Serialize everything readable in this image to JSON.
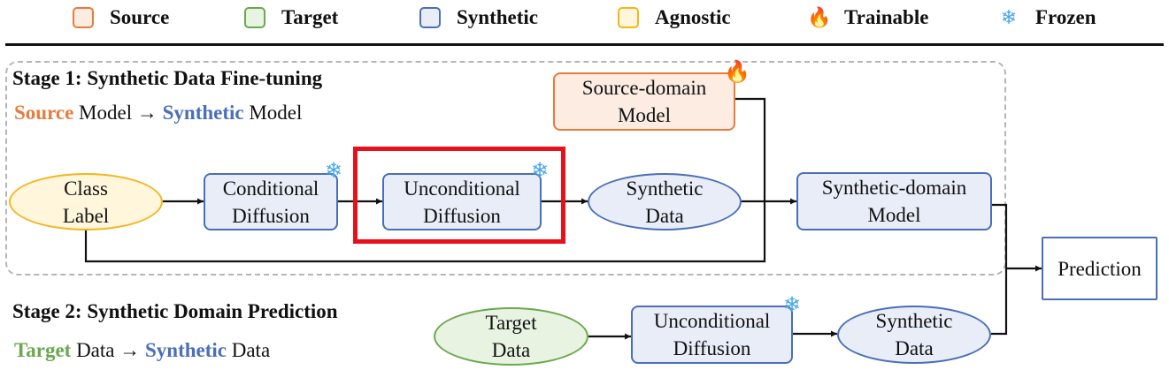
{
  "legend": [
    {
      "label": "Source",
      "kind": "swatch",
      "color": "#e67c3d",
      "fill": "#fcece2",
      "icon": "square-swatch"
    },
    {
      "label": "Target",
      "kind": "swatch",
      "color": "#6aa84f",
      "fill": "#e9f3e2",
      "icon": "square-swatch"
    },
    {
      "label": "Synthetic",
      "kind": "swatch",
      "color": "#4a6fb8",
      "fill": "#e8edf8",
      "icon": "square-swatch"
    },
    {
      "label": "Agnostic",
      "kind": "swatch",
      "color": "#f2b61d",
      "fill": "#fff6dc",
      "icon": "square-swatch"
    },
    {
      "label": "Trainable",
      "kind": "icon",
      "icon": "fire-icon"
    },
    {
      "label": "Frozen",
      "kind": "icon",
      "icon": "snowflake-icon"
    }
  ],
  "stage1": {
    "title": "Stage 1: Synthetic Data Fine-tuning",
    "subtitle": {
      "from": "Source",
      "mid": " Model → ",
      "to": "Synthetic",
      "end": " Model"
    }
  },
  "stage2": {
    "title": "Stage 2: Synthetic Domain Prediction",
    "subtitle": {
      "from": "Target",
      "mid": " Data → ",
      "to": "Synthetic",
      "end": " Data"
    }
  },
  "nodes": {
    "class_label": {
      "line1": "Class",
      "line2": "Label"
    },
    "conditional_diffusion": {
      "line1": "Conditional",
      "line2": "Diffusion"
    },
    "unconditional_diffusion_1": {
      "line1": "Unconditional",
      "line2": "Diffusion"
    },
    "synthetic_data_1": {
      "line1": "Synthetic",
      "line2": "Data"
    },
    "source_model": {
      "line1": "Source-domain",
      "line2": "Model"
    },
    "synthetic_model": {
      "line1": "Synthetic-domain",
      "line2": "Model"
    },
    "prediction": {
      "line1": "Prediction"
    },
    "target_data": {
      "line1": "Target",
      "line2": "Data"
    },
    "unconditional_diffusion_2": {
      "line1": "Unconditional",
      "line2": "Diffusion"
    },
    "synthetic_data_2": {
      "line1": "Synthetic",
      "line2": "Data"
    }
  },
  "colors": {
    "source": "#e67c3d",
    "target": "#6aa84f",
    "synthetic": "#4a6fb8",
    "agnostic": "#f2b61d",
    "highlight": "#e8101a",
    "frozen": "#49a6e8"
  }
}
